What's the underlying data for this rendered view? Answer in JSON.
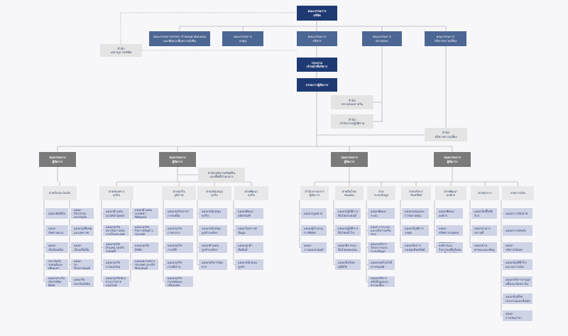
{
  "board": "คณะกรรมการ\nบริษัท",
  "committees": [
    {
      "id": "c1",
      "label": "คณะกรรมการสรรหา กำหนดค่าตอบแทน และพัฒนาเพื่อความยั่งยืน"
    },
    {
      "id": "c2",
      "label": "คณะกรรมการ\nลงทุน"
    },
    {
      "id": "c3",
      "label": "คณะกรรมการ\nบริหาร"
    },
    {
      "id": "c4",
      "label": "คณะกรรมการ\nตรวจสอบ"
    },
    {
      "id": "c5",
      "label": "คณะกรรมการ\nบริหารความเสี่ยง"
    }
  ],
  "company_secretary": "สำนัก\nเลขานุการบริษัท",
  "chairman_exec": "ประธาน\nเจ้าหน้าที่บริหาร",
  "md": "กรรมการผู้จัดการ",
  "audit_office": "สำนัก\nตรวจสอบภายใน",
  "compliance_office": "สำนัก\nกำกับการปฏิบัติงาน",
  "risk_office": "สำนัก\nบริหารความเสี่ยง",
  "deputies": [
    {
      "id": "d1",
      "label": "รองกรรมการ\nผู้จัดการ"
    },
    {
      "id": "d2",
      "label": "รองกรรมการ\nผู้จัดการ"
    },
    {
      "id": "d3",
      "label": "รองกรรมการ\nผู้จัดการ"
    },
    {
      "id": "d4",
      "label": "รองกรรมการ\nผู้จัดการ"
    }
  ],
  "asset_office": "สำนักบริหารทรัพย์สิน\nและพื้นที่ส่วนกลาง",
  "divisions": [
    {
      "id": "v1",
      "label": "ฝ่ายรับประกันภัย",
      "units": [
        "แผนกอัคคีภัย",
        "แผนกวิศวกรรมประกันภัย",
        "แผนก\nภัยทางทะเล",
        "แผนกอุบัติเหตุและสุขภาพ",
        "แผนก\nภัยเบ็ดเตล็ด",
        "แผนกเบ็ดเตล็ดอื่น",
        "แผนกรับประกันภัยรถยนต์และเทียบเท่ารถยนต์",
        "แผนก\nรถจักรยานยนต์",
        "แผนกประกันภัยรถชนิดพิเศษ",
        "แผนกรับประกันภัยต่อ"
      ]
    },
    {
      "id": "v2",
      "label": "ฝ่ายช่องทาง\nธุรกิจ",
      "units": [
        "แผนกตัวแทนนายหน้าบุคคล",
        "แผนกตัวแทนนายหน้านิติบุคคล",
        "แผนกธุรกิจสถาบันการเงินภายในประเทศ",
        "แผนกธุรกิจกิจการเงินต่างประเทศ",
        "แผนกธุรกิจตัวแทน (ธุรกิจรถยนต์)",
        "แผนกธุรกิจ\nลีสซิ่ง",
        "แผนกธุรกิจ\nภาคเอกชน",
        "แผนกตลาดต่างประเทศ และลีสซิ่งรถยนต์",
        "แผนกธุรกิจช่องทางการขายออนไลน์"
      ]
    },
    {
      "id": "v3",
      "label": "ฝ่ายธุรกิจ\nภูมิภาค",
      "units": [
        "แผนกธุรกิจสาขาภาคเหนือ",
        "แผนกธุรกิจ\nภาคกลาง",
        "แผนกธุรกิจ\nภาคใต้",
        "แผนกธุรกิจ\nภาคอีสาน",
        "แผนกธุรกิจ\nกรุงเทพและปริมณฑล"
      ]
    },
    {
      "id": "v4",
      "label": "ฝ่ายสนับสนุน\nธุรกิจ",
      "units": [
        "แผนกสนับสนุนธุรกิจ",
        "แผนกสนับสนุนลูกค้าองค์กร",
        "แผนกตัวแทนลูกค้าองค์กร",
        "แผนกบริหารช่องทาง"
      ]
    },
    {
      "id": "v5",
      "label": "ฝ่ายพัฒนา\nธุรกิจ",
      "units": [
        "แผนกพัฒนาผลิตภัณฑ์",
        "แผนกวิเคราะห์\nข้อมูล",
        "แผนกลูกค้าสัมพันธ์",
        "แผนกสนับสนุนลูกค้า"
      ]
    },
    {
      "id": "v6",
      "label": "สำนักกรรมการ\nผู้จัดการ",
      "units": [
        "แผนกกฎหมาย",
        "แผนกผู้ชำนาญการพิเศษ",
        "แผนก\nวางแผนกลยุทธ์"
      ]
    },
    {
      "id": "v7",
      "label": "ฝ่ายสินไหม\nทดแทน",
      "units": [
        "แผนกปฏิบัติการสินไหมรถยนต์",
        "แผนกปฏิบัติการสินไหมทั่วไป",
        "แผนกพิจารณาสินไหมทดแทน",
        "แผนกสินไหมอุบัติภัย"
      ]
    },
    {
      "id": "v8",
      "label": "ฝ่าย\nระบบข้อมูล",
      "units": [
        "แผนกพัฒนาระบบ",
        "แผนกวางระบบและบริหารเครือข่าย",
        "แผนกบริหาร\nโครงการและระบบข้อมูล",
        "แผนกเทคโนโลยีสารสนเทศ",
        "แผนกบริหาร\nคลังข้อมูลและความเสี่ยง"
      ]
    },
    {
      "id": "v9",
      "label": "ฝ่ายบริหาร\nสินทรัพย์",
      "units": [
        "แผนกลงทุนและการตลาดทุน",
        "แผนกบัญชีการลงทุน",
        "แผนกจัดการกองทุนสินทรัพย์"
      ]
    },
    {
      "id": "v10",
      "label": "ฝ่ายพัฒนา\nองค์กร",
      "units": [
        "แผนกพัฒนาองค์กร",
        "แผนก\nทรัพยากรบุคคล",
        "แผนกสื่อสารองค์กรและกิจกรรมเพื่อสังคมและสิ่งแวดล้อม"
      ]
    },
    {
      "id": "v11",
      "label": "ฝ่ายธุรการ",
      "units": [
        "แผนกจัดซื้อจัดจ้าง",
        "แผนกอาคารสถานที่",
        "แผนกยานพาหนะและพัสดุ"
      ]
    },
    {
      "id": "v12",
      "label": "ฝ่ายการเงิน",
      "units": [
        "แผนกการเงินจ่าย",
        "แผนกการเงินรับ",
        "แผนก\nบริหารเงินสด",
        "แผนกบัญชีทั่วไปและงบการเงิน",
        "แผนกบริหารงานลูกหนี้และเงินประกัน",
        "แผนกบัญชีงบประมาณและต้นทุน",
        "แผนก\nการเงินสาขา"
      ]
    }
  ]
}
